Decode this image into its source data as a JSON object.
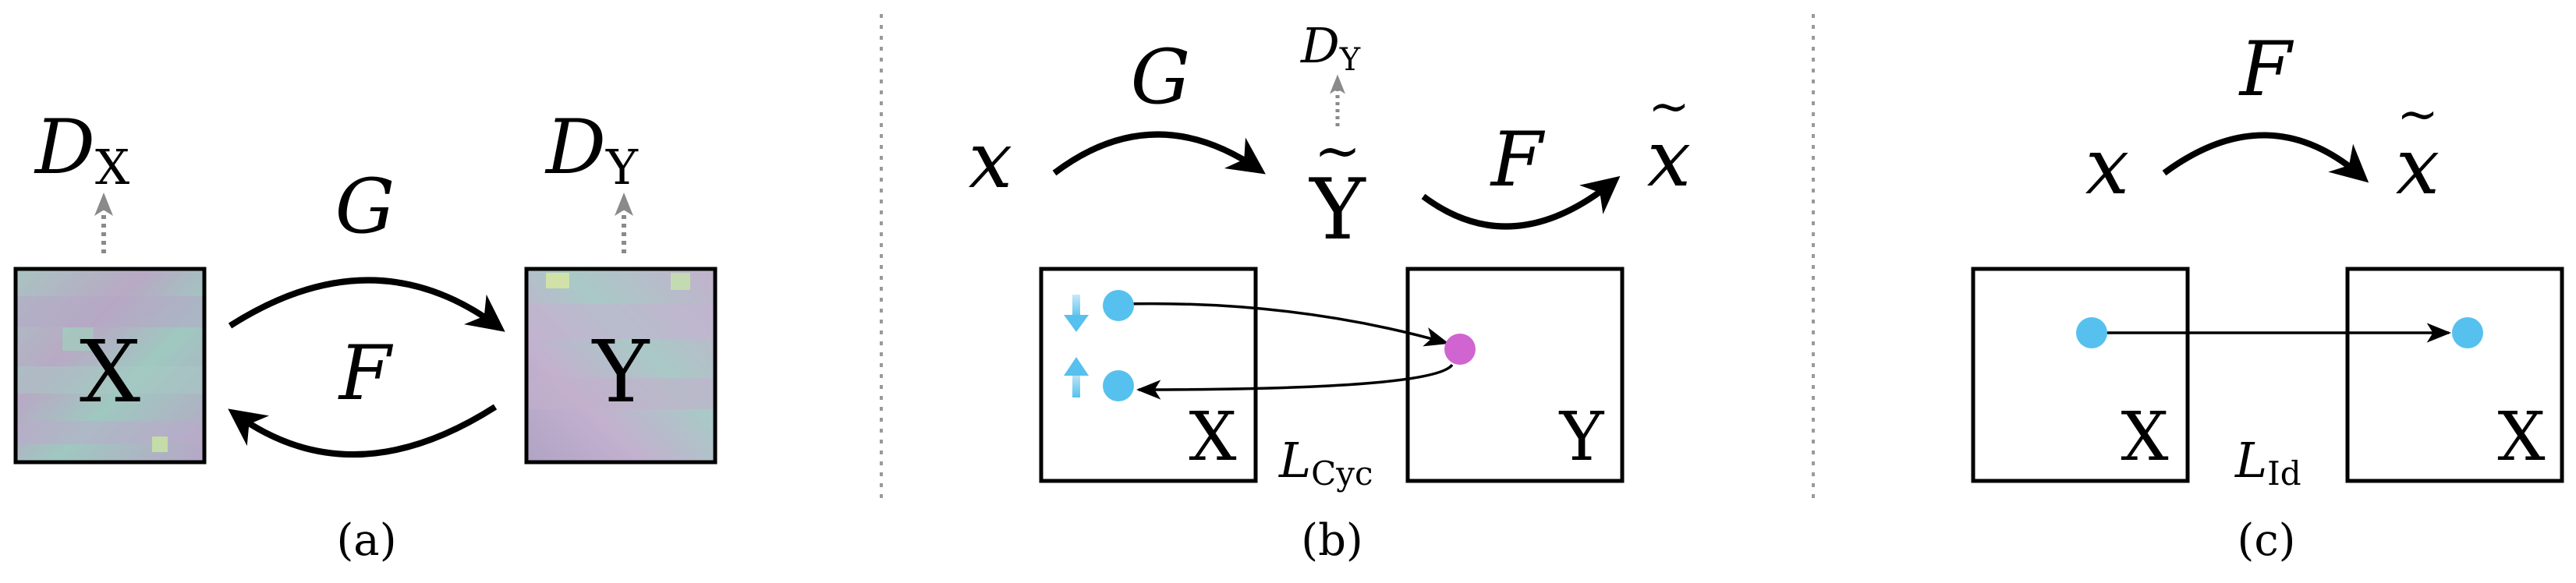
{
  "panel_a": {
    "caption": "(a)",
    "discriminator_x": {
      "letter": "D",
      "sub": "X"
    },
    "discriminator_y": {
      "letter": "D",
      "sub": "Y"
    },
    "mapping_g": "G",
    "mapping_f": "F",
    "domain_x_label": "X",
    "domain_y_label": "Y"
  },
  "panel_b": {
    "caption": "(b)",
    "input_x": "x",
    "mapping_g": "G",
    "discriminator_y": {
      "letter": "D",
      "sub": "Y"
    },
    "translated": "Y",
    "translated_tilde": "~",
    "mapping_f": "F",
    "reconstructed": "x",
    "reconstructed_tilde": "~",
    "domain_x_label": "X",
    "domain_y_label": "Y",
    "loss": {
      "letter": "L",
      "sub": "Cyc"
    }
  },
  "panel_c": {
    "caption": "(c)",
    "input_x": "x",
    "mapping_f": "F",
    "reconstructed": "x",
    "reconstructed_tilde": "~",
    "domain_left_label": "X",
    "domain_right_label": "X",
    "loss": {
      "letter": "L",
      "sub": "Id"
    }
  },
  "colors": {
    "blue_point": "#56c1ee",
    "magenta_point": "#d064d0",
    "dotted_arrow": "#8a8a8a",
    "separator": "#9a9a9a",
    "ink": "#000000"
  },
  "icons": [
    "curved-arrow-icon",
    "dotted-up-arrow-icon",
    "shift-down-arrow-icon",
    "shift-up-arrow-icon"
  ]
}
